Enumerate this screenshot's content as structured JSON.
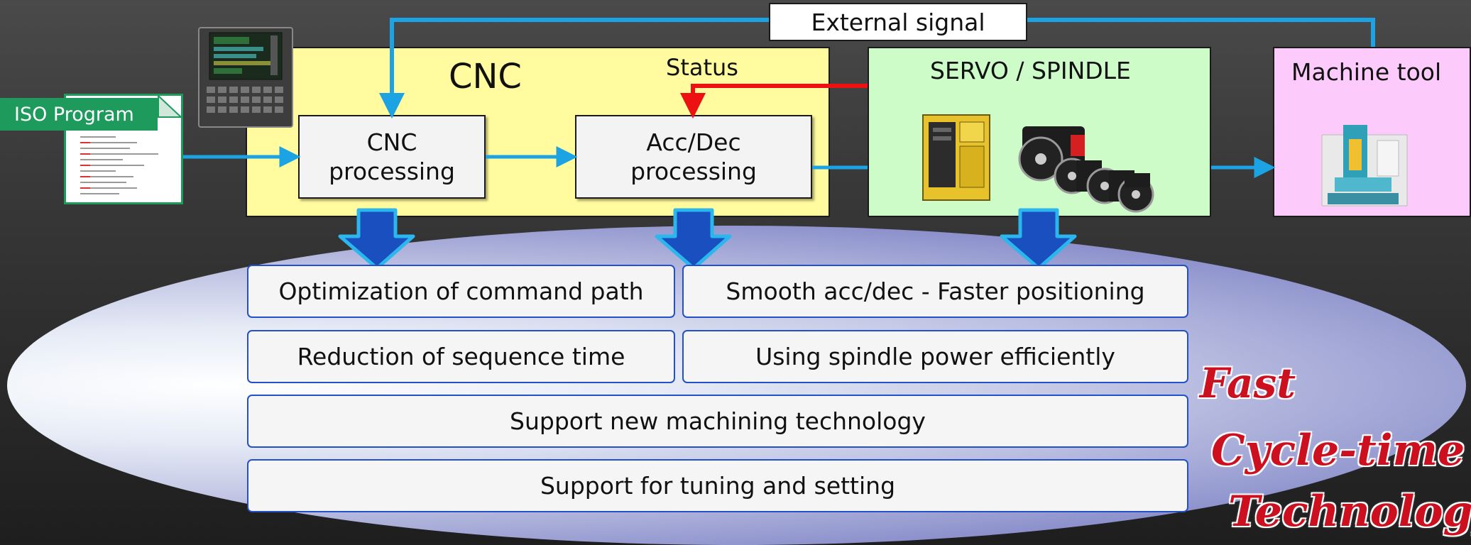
{
  "diagram": {
    "external_signal": "External signal",
    "iso_program": "ISO Program",
    "cnc": {
      "title": "CNC",
      "status": "Status",
      "cnc_processing": "CNC\nprocessing",
      "accdec_processing": "Acc/Dec\nprocessing"
    },
    "servo_spindle": {
      "title": "SERVO / SPINDLE"
    },
    "machine_tool": {
      "title": "Machine tool"
    },
    "features": [
      "Optimization of command path",
      "Smooth acc/dec - Faster positioning",
      "Reduction of sequence time",
      "Using spindle power efficiently",
      "Support new machining technology",
      "Support for tuning and setting"
    ],
    "slogan": [
      "Fast",
      "Cycle-time",
      "Technology"
    ]
  },
  "colors": {
    "flow_arrow": "#1ba3e3",
    "status_arrow": "#ee1111",
    "down_arrow_fill": "#1a4fc0",
    "down_arrow_edge": "#2bb6ee",
    "cnc_panel": "#fffb9e",
    "servo_panel": "#cdfcc9",
    "machine_panel": "#fccbfb",
    "iso_green": "#1e9a5c",
    "slogan_red": "#cc1020"
  }
}
